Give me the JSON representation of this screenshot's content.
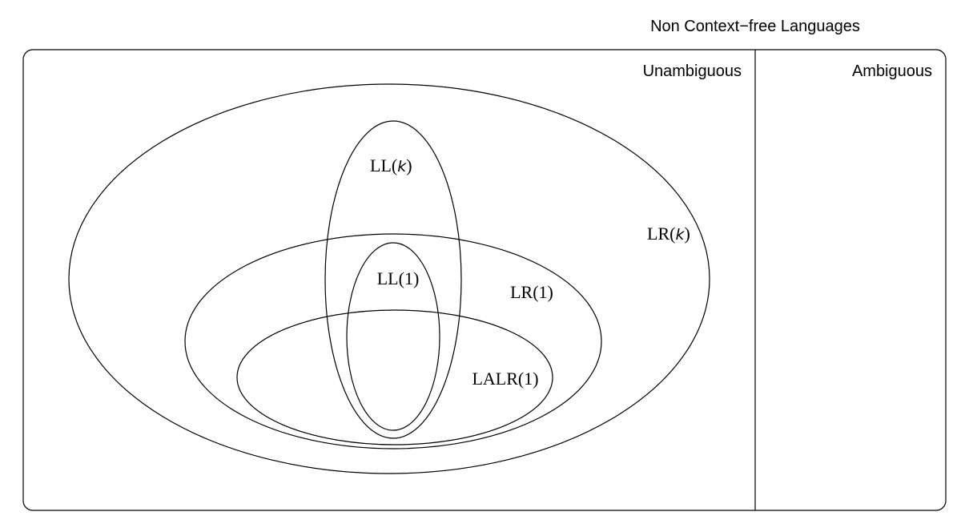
{
  "header": {
    "title": "Non Context−free Languages"
  },
  "regions": {
    "unambiguous_label": "Unambiguous",
    "ambiguous_label": "Ambiguous"
  },
  "classes": {
    "lr_k": {
      "prefix": "LR(",
      "param": "k",
      "suffix": ")"
    },
    "ll_k": {
      "prefix": "LL(",
      "param": "k",
      "suffix": ")"
    },
    "lr_1": "LR(1)",
    "ll_1": "LL(1)",
    "lalr_1": "LALR(1)"
  }
}
